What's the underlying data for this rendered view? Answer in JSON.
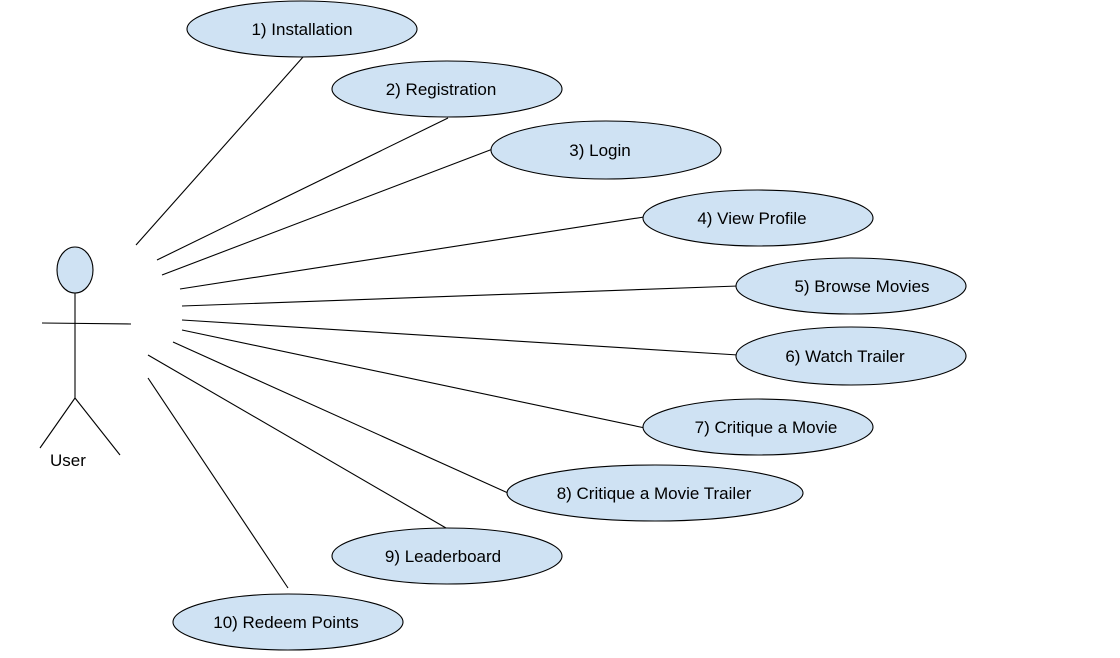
{
  "actor": {
    "label": "User"
  },
  "colors": {
    "use_case_fill": "#cfe2f3",
    "stroke": "#000000"
  },
  "use_cases": [
    {
      "id": "installation",
      "label": "1)  Installation"
    },
    {
      "id": "registration",
      "label": "2)  Registration"
    },
    {
      "id": "login",
      "label": "3)  Login"
    },
    {
      "id": "view-profile",
      "label": "4)  View Profile"
    },
    {
      "id": "browse-movies",
      "label": "5)  Browse Movies"
    },
    {
      "id": "watch-trailer",
      "label": "6)  Watch Trailer"
    },
    {
      "id": "critique-movie",
      "label": "7) Critique a Movie"
    },
    {
      "id": "critique-movie-trailer",
      "label": "8)  Critique a Movie Trailer"
    },
    {
      "id": "leaderboard",
      "label": "9)  Leaderboard"
    },
    {
      "id": "redeem-points",
      "label": "10)  Redeem Points"
    }
  ]
}
